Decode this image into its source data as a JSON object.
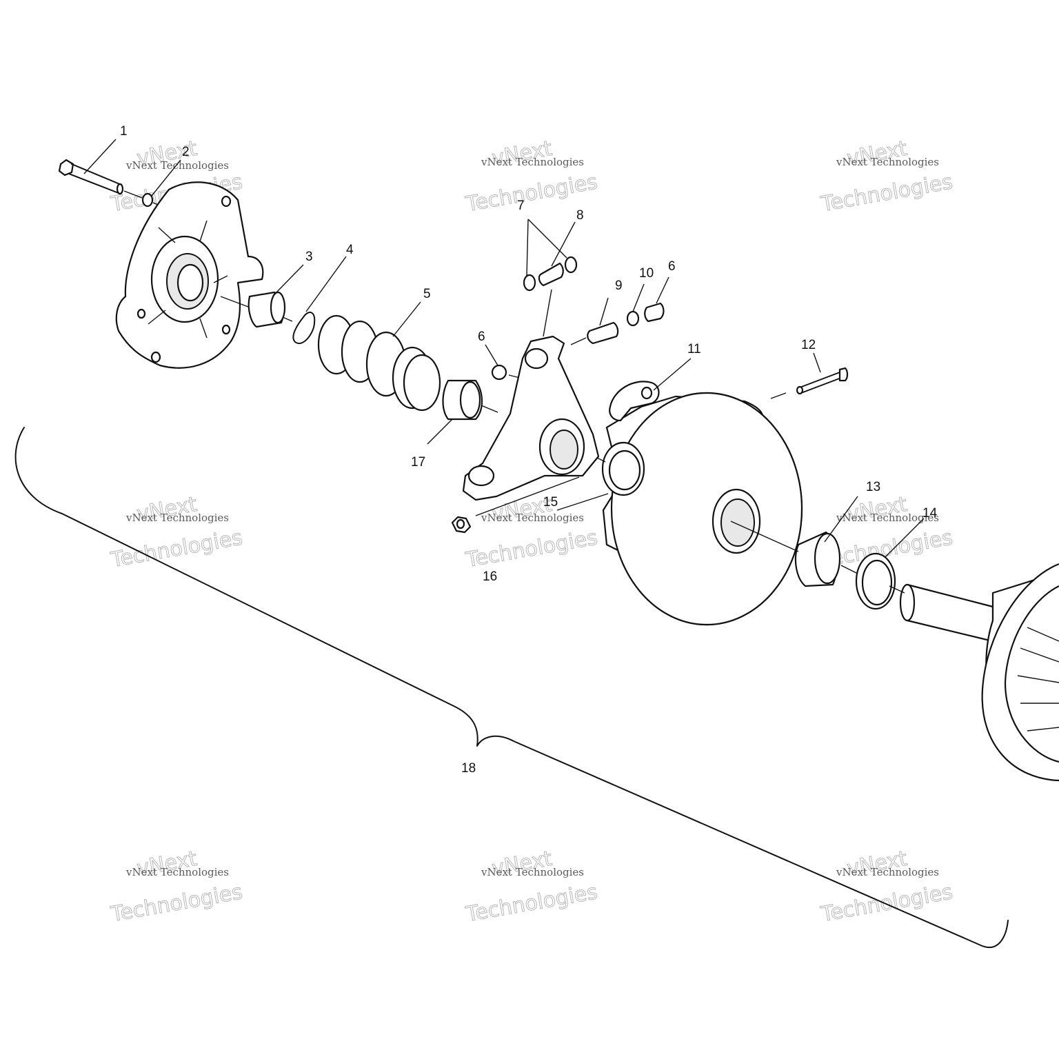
{
  "diagram": {
    "callouts": [
      "1",
      "2",
      "3",
      "4",
      "5",
      "6",
      "7",
      "8",
      "9",
      "10",
      "6",
      "11",
      "12",
      "17",
      "13",
      "14",
      "15",
      "16",
      "18"
    ]
  },
  "watermark": {
    "line1": "vNext Technologies",
    "line2": "vNext",
    "line3": "Technologies"
  }
}
